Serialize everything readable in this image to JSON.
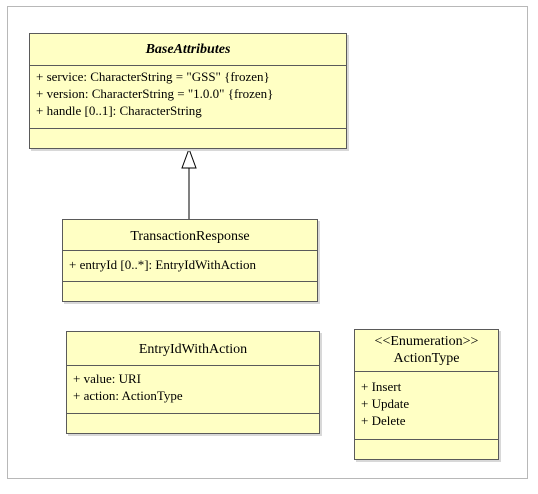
{
  "classes": {
    "base_attributes": {
      "name": "BaseAttributes",
      "attributes": [
        "+ service: CharacterString = \"GSS\" {frozen}",
        "+ version: CharacterString = \"1.0.0\" {frozen}",
        "+ handle [0..1]: CharacterString"
      ]
    },
    "transaction_response": {
      "name": "TransactionResponse",
      "attributes": [
        "+ entryId [0..*]: EntryIdWithAction"
      ]
    },
    "entry_id_with_action": {
      "name": "EntryIdWithAction",
      "attributes": [
        "+ value: URI",
        "+ action: ActionType"
      ]
    },
    "action_type": {
      "stereotype": "<<Enumeration>>",
      "name": "ActionType",
      "literals": [
        "+ Insert",
        "+ Update",
        "+ Delete"
      ]
    }
  },
  "relationships": [
    {
      "type": "generalization",
      "from": "TransactionResponse",
      "to": "BaseAttributes"
    }
  ],
  "colors": {
    "class_fill": "#ffffc4",
    "class_border": "#5a5a5a"
  }
}
